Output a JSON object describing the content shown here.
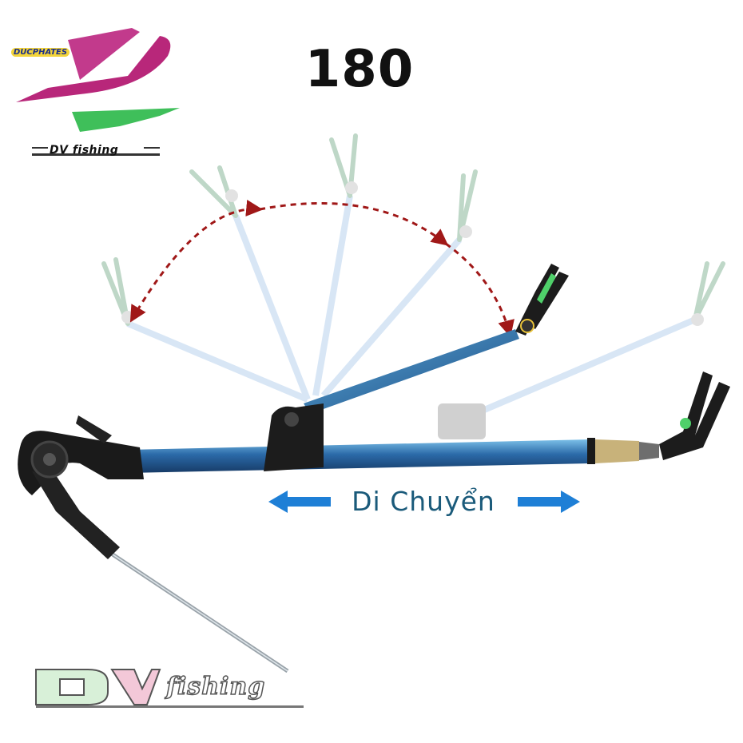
{
  "angle": {
    "value": "180"
  },
  "movement": {
    "label": "Di Chuyển"
  },
  "logo_top": {
    "badge": "DUCPHATES",
    "brand": "DV fishing"
  },
  "logo_bottom": {
    "letters": "DV",
    "word": "fishing"
  },
  "colors": {
    "rod_blue": "#2b6aa8",
    "ghost_blue": "#b9d2ee",
    "arc_red": "#a01818",
    "arrow_blue": "#1e7fd6",
    "holder_green": "#4fd06a",
    "logo_magenta": "#b8277a",
    "logo_green": "#3fbf5a"
  },
  "icons": [
    "left-arrow-icon",
    "right-arrow-icon",
    "arc-arrow-icon"
  ]
}
